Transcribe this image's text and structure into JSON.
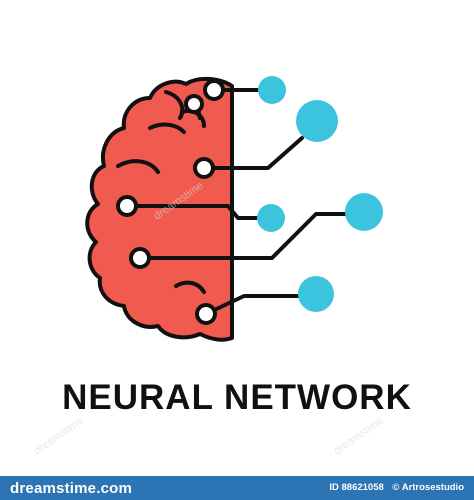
{
  "title": "NEURAL NETWORK",
  "footer": {
    "brand_left": "dreams",
    "brand_right": "time.com",
    "id_label": "ID 88621058",
    "credit": "© Artrosestudio"
  },
  "watermark": "dreamstime",
  "colors": {
    "brain": "#f15a4f",
    "node": "#3cc4df",
    "line": "#111111",
    "footer": "#2c74b3"
  }
}
